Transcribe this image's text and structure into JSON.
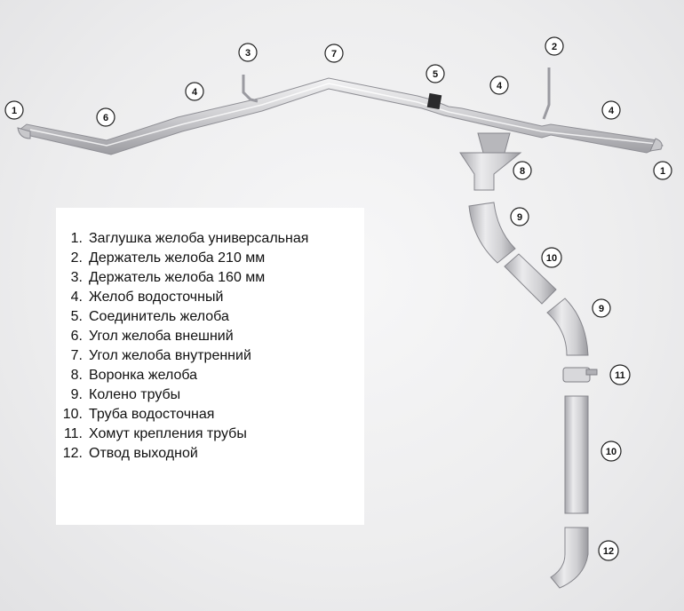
{
  "legend": [
    {
      "num": "1.",
      "label": "Заглушка желоба универсальная"
    },
    {
      "num": "2.",
      "label": "Держатель желоба 210 мм"
    },
    {
      "num": "3.",
      "label": "Держатель желоба 160 мм"
    },
    {
      "num": "4.",
      "label": "Желоб водосточный"
    },
    {
      "num": "5.",
      "label": "Соединитель желоба"
    },
    {
      "num": "6.",
      "label": "Угол желоба внешний"
    },
    {
      "num": "7.",
      "label": "Угол желоба внутренний"
    },
    {
      "num": "8.",
      "label": "Воронка желоба"
    },
    {
      "num": "9.",
      "label": "Колено трубы"
    },
    {
      "num": "10.",
      "label": "Труба водосточная"
    },
    {
      "num": "11.",
      "label": "Хомут крепления трубы"
    },
    {
      "num": "12.",
      "label": "Отвод выходной"
    }
  ],
  "callouts": [
    "1",
    "6",
    "4",
    "3",
    "7",
    "5",
    "4",
    "2",
    "4",
    "1",
    "8",
    "9",
    "10",
    "9",
    "11",
    "10",
    "12"
  ],
  "colors": {
    "metal_light": "#e4e4e6",
    "metal_mid": "#bdbdc1",
    "metal_dark": "#8c8c92",
    "background": "#ececed"
  }
}
